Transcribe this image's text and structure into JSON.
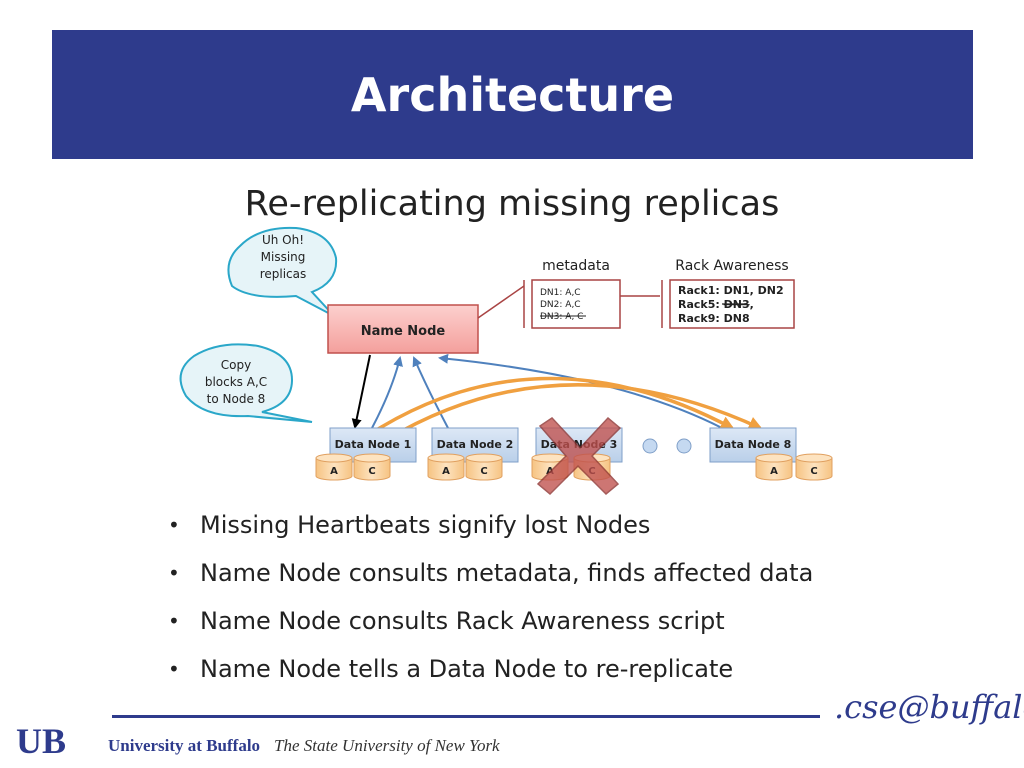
{
  "slide": {
    "title": "Architecture",
    "subtitle": "Re-replicating missing replicas"
  },
  "diagram": {
    "callout_missing": [
      "Uh Oh!",
      "Missing",
      "replicas"
    ],
    "callout_copy": [
      "Copy",
      "blocks A,C",
      "to Node 8"
    ],
    "name_node": "Name Node",
    "metadata": {
      "heading": "metadata",
      "lines": [
        {
          "text": "DN1: A,C",
          "struck": false
        },
        {
          "text": "DN2: A,C",
          "struck": false
        },
        {
          "text": "DN3: A, C",
          "struck": true
        }
      ]
    },
    "rack_awareness": {
      "heading": "Rack Awareness",
      "lines": [
        {
          "parts": [
            {
              "text": "Rack1: DN1, DN2",
              "struck": false
            }
          ]
        },
        {
          "parts": [
            {
              "text": "Rack5: ",
              "struck": false
            },
            {
              "text": "DN3",
              "struck": true
            },
            {
              "text": ",",
              "struck": false
            }
          ]
        },
        {
          "parts": [
            {
              "text": "Rack9: DN8",
              "struck": false
            }
          ]
        }
      ]
    },
    "data_nodes": [
      {
        "label": "Data Node 1",
        "blocks": [
          "A",
          "C"
        ],
        "failed": false
      },
      {
        "label": "Data Node 2",
        "blocks": [
          "A",
          "C"
        ],
        "failed": false
      },
      {
        "label": "Data Node 3",
        "blocks": [
          "A",
          "C"
        ],
        "failed": true
      },
      {
        "label": "Data Node 8",
        "blocks": [
          "A",
          "C"
        ],
        "failed": false
      }
    ],
    "colors": {
      "name_node_fill": "#f8b3b0",
      "data_node_fill": "#c5d9f1",
      "cylinder_fill": "#fbd5a5",
      "orange_arrow": "#f0a040",
      "blue_arrow": "#4f81bd",
      "red_x": "#c0504d",
      "box_border": "#a94444",
      "callout_border": "#2aa7c9"
    }
  },
  "bullets": [
    "Missing Heartbeats signify lost Nodes",
    "Name Node consults metadata, finds affected data",
    "Name Node consults Rack Awareness script",
    "Name Node tells a Data Node to re-replicate"
  ],
  "footer": {
    "ub_monogram": "UB",
    "university": "University at Buffalo",
    "tagline": "The State University of New York",
    "cse_logo": ".cse@buffalo"
  }
}
